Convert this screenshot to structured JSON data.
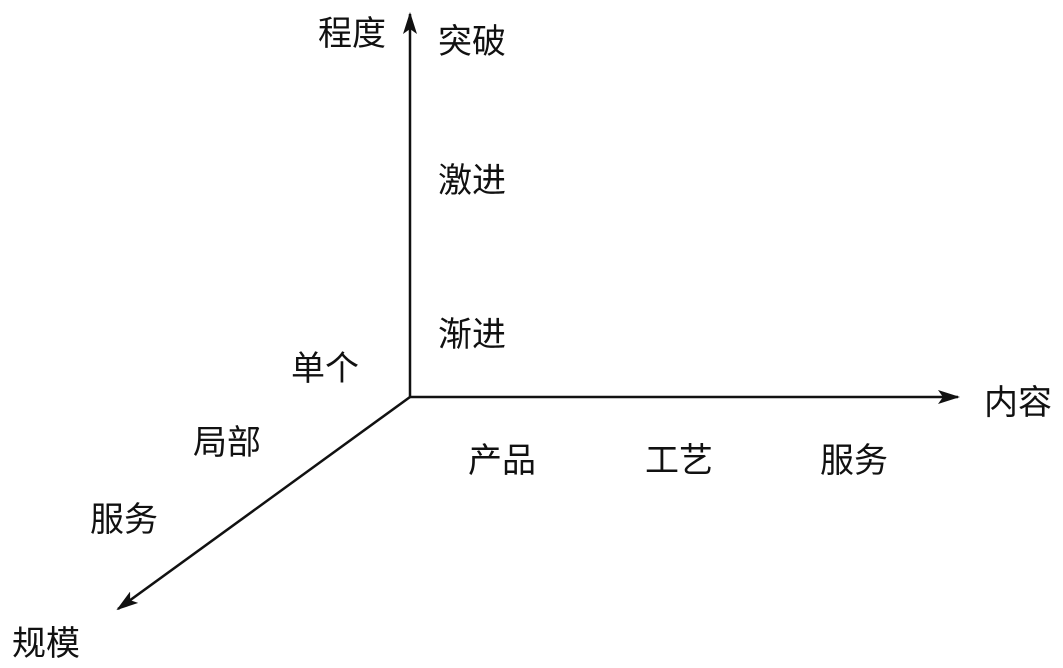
{
  "axes": {
    "vertical": {
      "label": "程度",
      "ticks": [
        "突破",
        "激进",
        "渐进"
      ]
    },
    "horizontal": {
      "label": "内容",
      "ticks": [
        "产品",
        "工艺",
        "服务"
      ]
    },
    "diagonal": {
      "label": "规模",
      "ticks": [
        "单个",
        "局部",
        "服务"
      ]
    }
  },
  "colors": {
    "line": "#111111",
    "text": "#111111"
  }
}
